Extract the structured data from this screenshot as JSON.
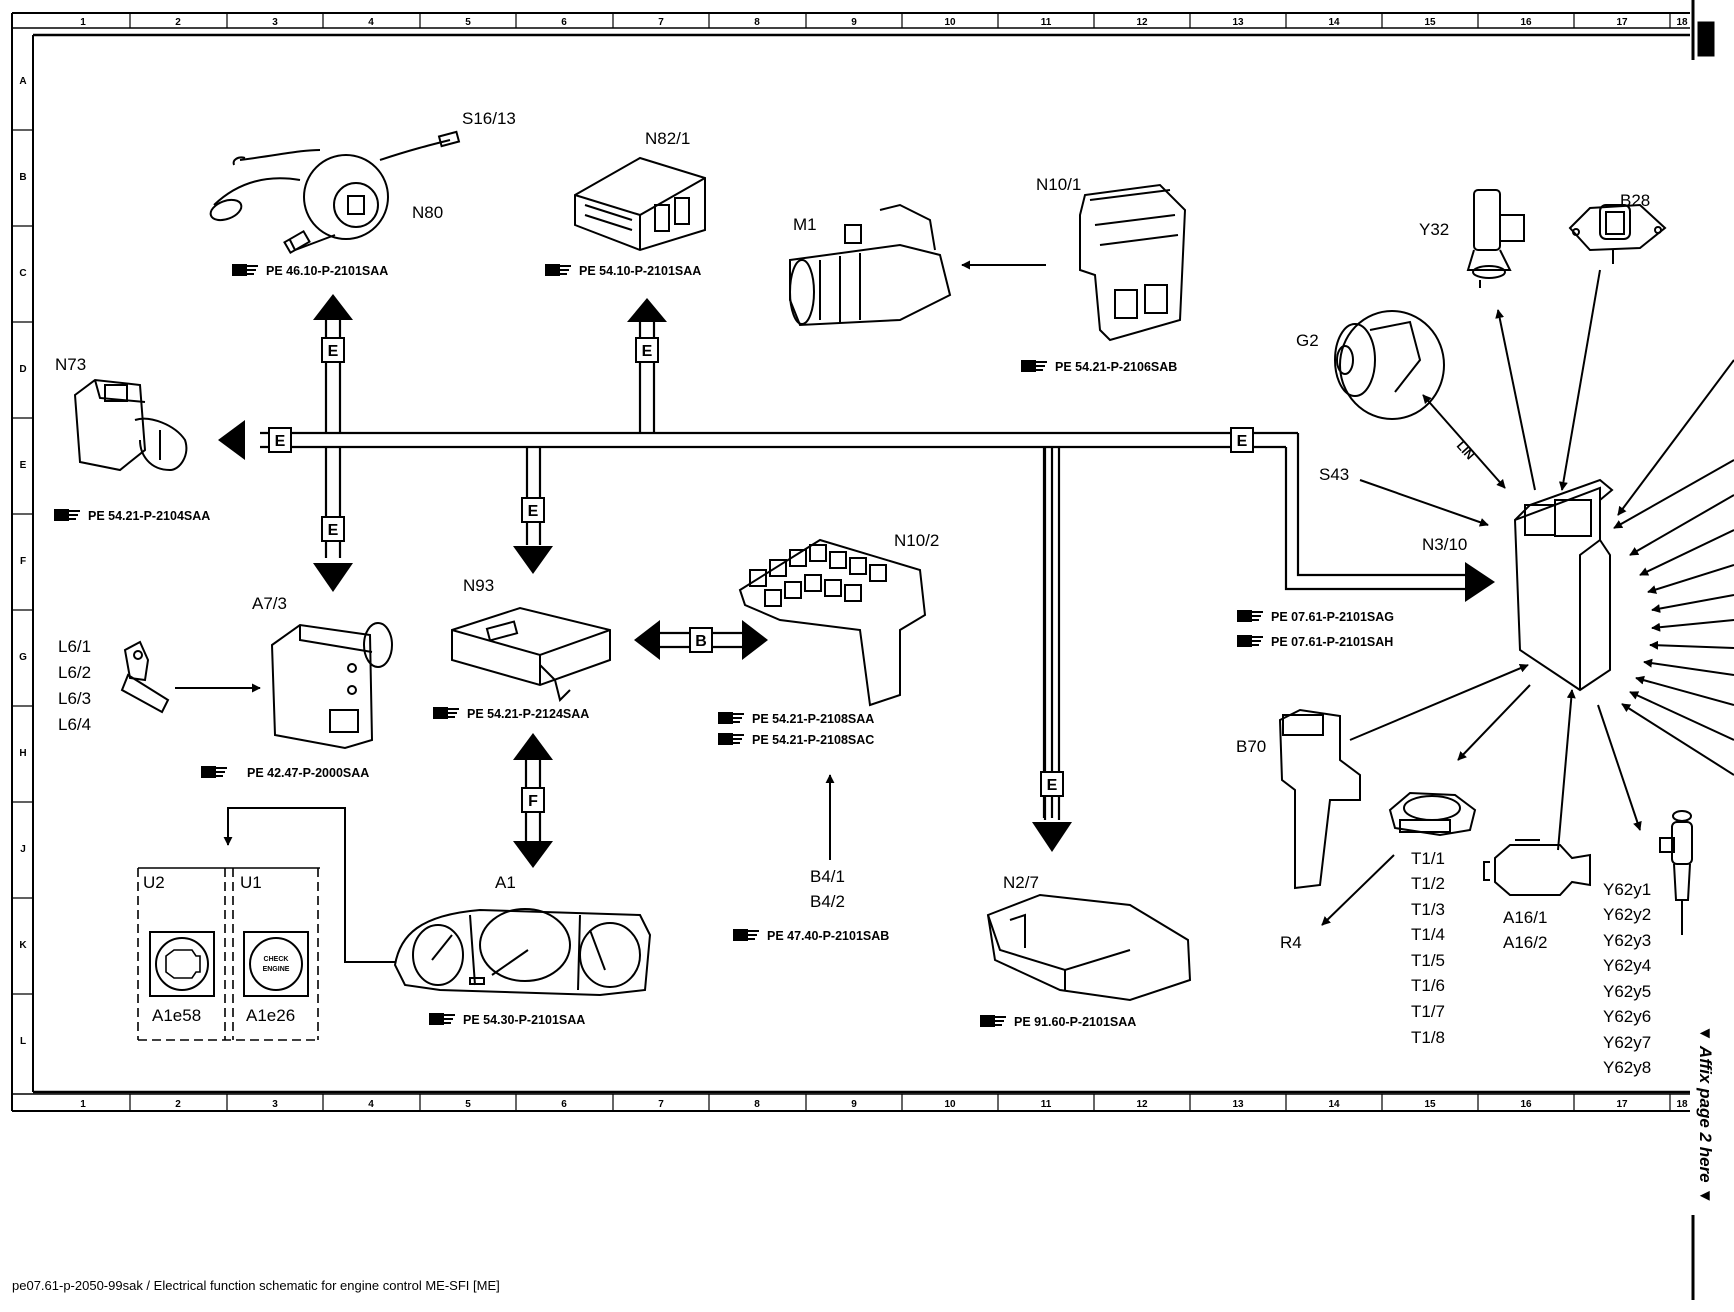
{
  "grid": {
    "columns": [
      "1",
      "2",
      "3",
      "4",
      "5",
      "6",
      "7",
      "8",
      "9",
      "10",
      "11",
      "12",
      "13",
      "14",
      "15",
      "16",
      "17",
      "18"
    ],
    "rows": [
      "A",
      "B",
      "C",
      "D",
      "E",
      "F",
      "G",
      "H",
      "J",
      "K",
      "L"
    ]
  },
  "components": {
    "S16_13": "S16/13",
    "N80": "N80",
    "N82_1": "N82/1",
    "M1": "M1",
    "N10_1": "N10/1",
    "Y32": "Y32",
    "B28": "B28",
    "N73": "N73",
    "G2": "G2",
    "S43": "S43",
    "N3_10": "N3/10",
    "N10_2": "N10/2",
    "N93": "N93",
    "A7_3": "A7/3",
    "L6": [
      "L6/1",
      "L6/2",
      "L6/3",
      "L6/4"
    ],
    "B70": "B70",
    "R4": "R4",
    "T1": [
      "T1/1",
      "T1/2",
      "T1/3",
      "T1/4",
      "T1/5",
      "T1/6",
      "T1/7",
      "T1/8"
    ],
    "A16": [
      "A16/1",
      "A16/2"
    ],
    "Y62": [
      "Y62y1",
      "Y62y2",
      "Y62y3",
      "Y62y4",
      "Y62y5",
      "Y62y6",
      "Y62y7",
      "Y62y8"
    ],
    "B4": [
      "B4/1",
      "B4/2"
    ],
    "A1": "A1",
    "N2_7": "N2/7",
    "U2": "U2",
    "U1": "U1",
    "A1e58": "A1e58",
    "A1e26": "A1e26",
    "check_engine": [
      "CHECK",
      "ENGINE"
    ]
  },
  "refs": {
    "s16": "PE 46.10-P-2101SAA",
    "n82": "PE 54.10-P-2101SAA",
    "n10_1": "PE 54.21-P-2106SAB",
    "n73": "PE 54.21-P-2104SAA",
    "n3_a": "PE 07.61-P-2101SAG",
    "n3_b": "PE 07.61-P-2101SAH",
    "n93": "PE 54.21-P-2124SAA",
    "n10_2a": "PE 54.21-P-2108SAA",
    "n10_2b": "PE 54.21-P-2108SAC",
    "a7": "PE 42.47-P-2000SAA",
    "b4": "PE 47.40-P-2101SAB",
    "a1": "PE 54.30-P-2101SAA",
    "n2_7": "PE 91.60-P-2101SAA"
  },
  "buses": {
    "e": "E",
    "b": "B",
    "f": "F",
    "lin": "LIN"
  },
  "side_note": "▼ Affix page 2 here ▼",
  "footer": "pe07.61-p-2050-99sak / Electrical function schematic for engine control ME-SFI [ME]"
}
